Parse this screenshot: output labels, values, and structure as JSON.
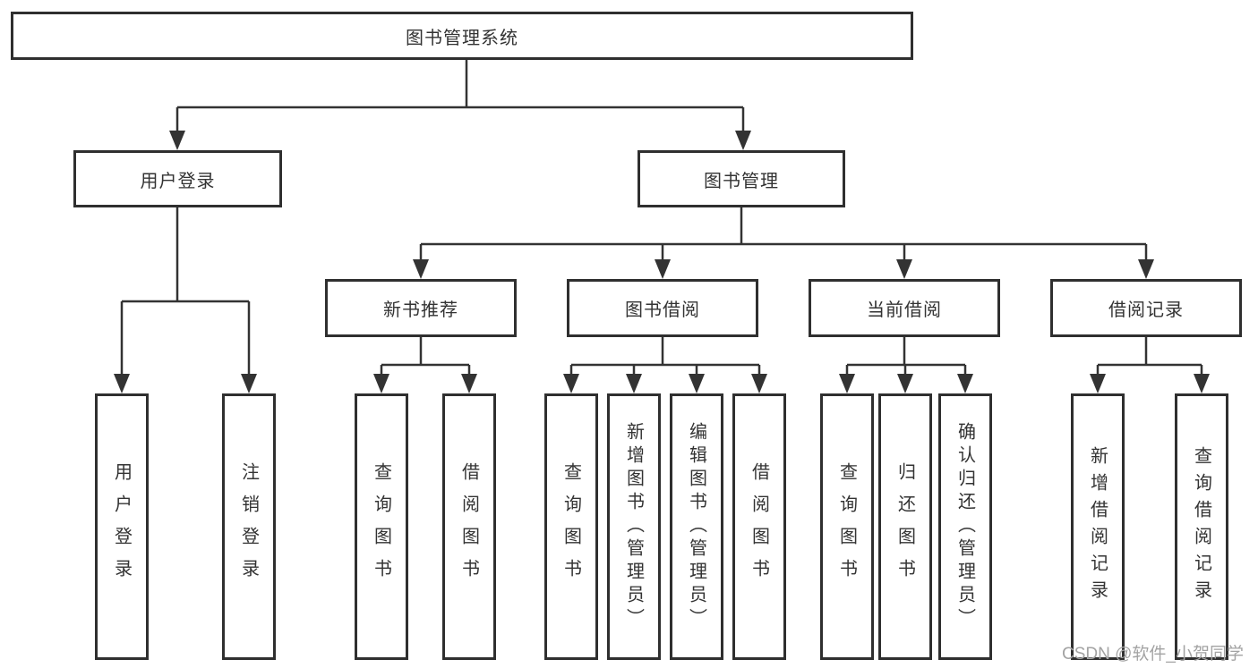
{
  "page": {
    "watermark": "CSDN @软件_小贺同学"
  },
  "colors": {
    "line": "#333333",
    "box_border": "#2f2f2f",
    "text": "#333333",
    "background": "#ffffff",
    "watermark": "#a3a3a3"
  },
  "tree": {
    "root": {
      "label": "图书管理系统"
    },
    "branches": [
      {
        "label": "用户登录",
        "children": [
          {
            "label": "用户登录"
          },
          {
            "label": "注销登录"
          }
        ]
      },
      {
        "label": "图书管理",
        "children": [
          {
            "label": "新书推荐",
            "children": [
              {
                "label": "查询图书"
              },
              {
                "label": "借阅图书"
              }
            ]
          },
          {
            "label": "图书借阅",
            "children": [
              {
                "label": "查询图书"
              },
              {
                "label": "新增图书（管理员）"
              },
              {
                "label": "编辑图书（管理员）"
              },
              {
                "label": "借阅图书"
              }
            ]
          },
          {
            "label": "当前借阅",
            "children": [
              {
                "label": "查询图书"
              },
              {
                "label": "归还图书"
              },
              {
                "label": "确认归还（管理员）"
              }
            ]
          },
          {
            "label": "借阅记录",
            "children": [
              {
                "label": "新增借阅记录"
              },
              {
                "label": "查询借阅记录"
              }
            ]
          }
        ]
      }
    ]
  }
}
